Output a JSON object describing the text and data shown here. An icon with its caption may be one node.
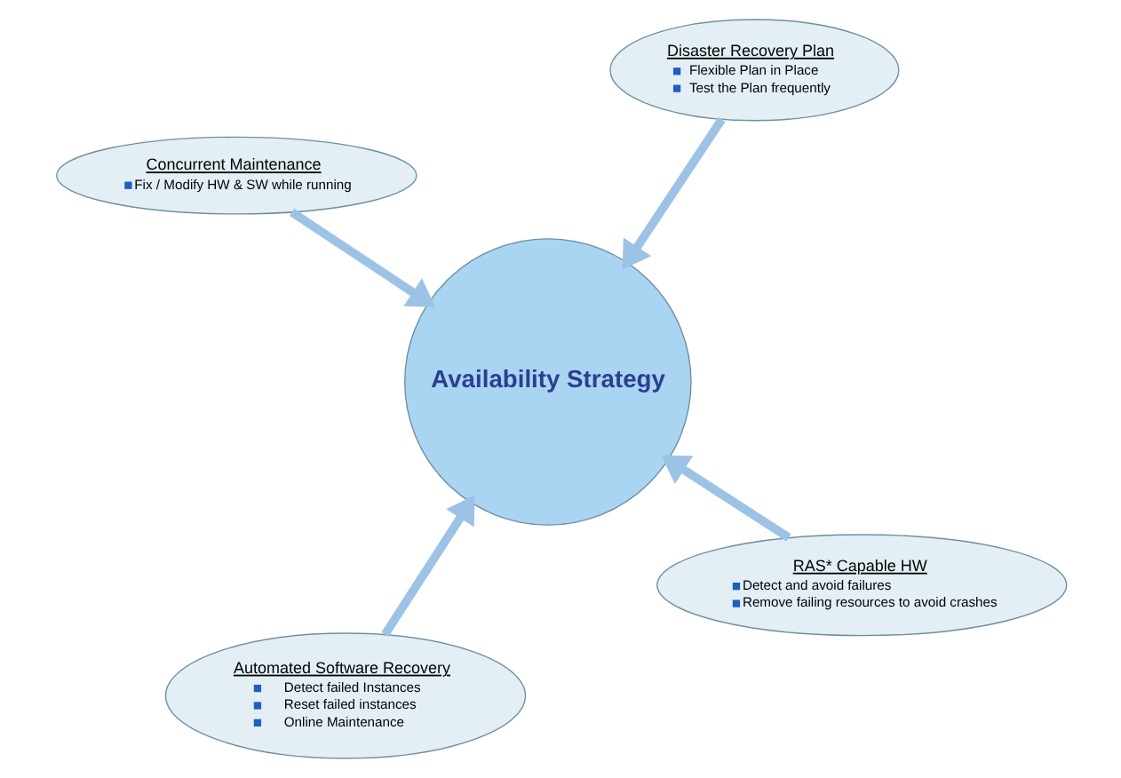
{
  "diagram": {
    "nodes": [
      {
        "text": [
          "Availability Strategy"
        ]
      },
      {
        "text": [
          "RAS* Capable HW",
          "Detect and avoid failures",
          "Remove failing resources to avoid crashes"
        ]
      },
      {
        "text": [
          "Automated Software Recovery",
          "Detect failed Instances",
          "Reset failed instances",
          "Online Maintenance"
        ]
      },
      {
        "text": [
          "Concurrent Maintenance",
          "Fix / Modify HW & SW while running"
        ]
      },
      {
        "text": [
          "Disaster Recovery Plan",
          "Flexible Plan in Place",
          "Test the Plan frequently"
        ]
      }
    ],
    "edges": [
      {
        "from": 1,
        "to": 0,
        "arrow": "to"
      },
      {
        "from": 2,
        "to": 0,
        "arrow": "to"
      },
      {
        "from": 3,
        "to": 0,
        "arrow": "to"
      },
      {
        "from": 4,
        "to": 0,
        "arrow": "to"
      }
    ]
  }
}
